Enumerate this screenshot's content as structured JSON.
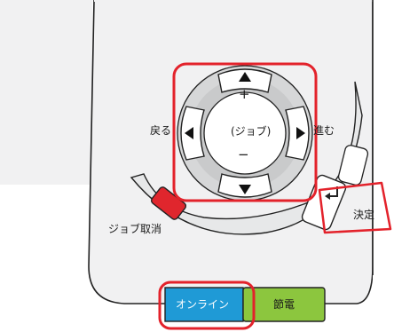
{
  "panel": {
    "back_label": "戻る",
    "forward_label": "進む",
    "center_label": "(ジョブ)",
    "plus_symbol": "+",
    "minus_symbol": "−",
    "cancel_job_label": "ジョブ取消",
    "enter_label": "決定",
    "online_label": "オンライン",
    "power_save_label": "節電"
  },
  "colors": {
    "highlight_red": "#e3222b",
    "online_blue": "#1f9ad6",
    "power_save_green": "#8cc63e",
    "cancel_red": "#e0262d",
    "panel_bg": "#f1f1f2",
    "dial_gray": "#c9cacb"
  },
  "icons": {
    "up": "triangle-up-icon",
    "down": "triangle-down-icon",
    "left": "triangle-left-icon",
    "right": "triangle-right-icon",
    "enter": "return-arrow-icon"
  }
}
